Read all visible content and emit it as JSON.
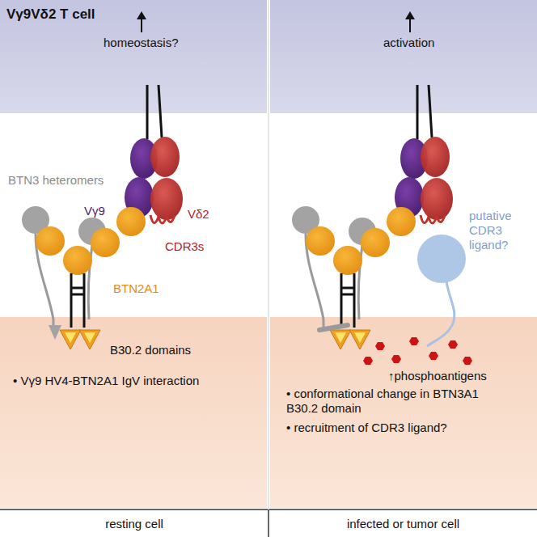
{
  "diagram": {
    "nodes": [
      {
        "text": [
          "Vγ9Vδ2 T cell",
          "homeostasis?"
        ]
      },
      {
        "text": [
          "activation"
        ]
      },
      {
        "text": [
          "• Vγ9 HV4-BTN2A1 IgV interaction"
        ]
      },
      {
        "text": [
          "• conformational change in BTN3A1 B30.2 domain",
          "• recruitment of CDR3 ligand?"
        ]
      },
      {
        "text": [
          "resting cell"
        ]
      },
      {
        "text": [
          "infected or tumor cell"
        ]
      }
    ],
    "labels": [
      "BTN3 heteromers",
      "Vγ9",
      "Vδ2",
      "CDR3s",
      "BTN2A1",
      "B30.2 domains",
      "putative CDR3 ligand?",
      "↑phosphoantigens"
    ]
  }
}
